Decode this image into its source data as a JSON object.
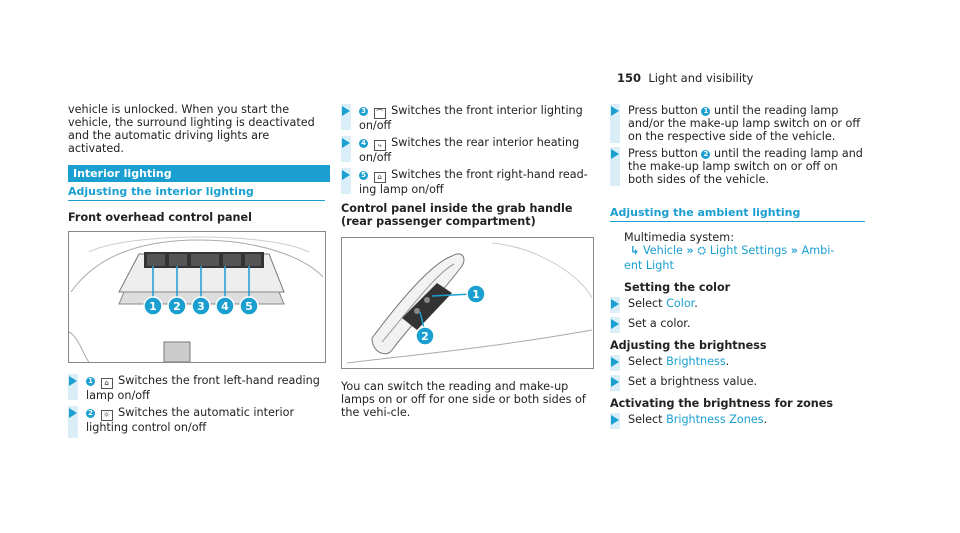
{
  "page": {
    "number": "150",
    "section": "Light and visibility"
  },
  "col1": {
    "intro": "vehicle is unlocked. When you start the vehicle, the surround lighting is deactivated and the automatic driving lights are activated.",
    "section_bar": "Interior lighting",
    "subheading": "Adjusting the interior lighting",
    "figure_title": "Front overhead control panel",
    "figure_callouts": [
      "1",
      "2",
      "3",
      "4",
      "5"
    ],
    "steps": [
      {
        "num": "1",
        "text": "Switches the front left-hand reading lamp on/off"
      },
      {
        "num": "2",
        "text": "Switches the automatic interior lighting control on/off"
      }
    ]
  },
  "col2": {
    "steps": [
      {
        "num": "3",
        "text": "Switches the front interior lighting on/off"
      },
      {
        "num": "4",
        "text": "Switches the rear interior heating on/off"
      },
      {
        "num": "5",
        "text": "Switches the front right-hand read-ing lamp on/off"
      }
    ],
    "figure_title": "Control panel inside the grab handle (rear passenger compartment)",
    "figure_callouts": [
      "1",
      "2"
    ],
    "body": "You can switch the reading and make-up lamps on or off for one side or both sides of the vehi-cle."
  },
  "col3": {
    "steps": [
      {
        "num": "1",
        "pre": "Press button",
        "text": "until the reading lamp and/or the make-up lamp switch on or off on the respective side of the vehicle."
      },
      {
        "num": "2",
        "pre": "Press button",
        "text": "until the reading lamp and the make-up lamp switch on or off on both sides of the vehicle."
      }
    ],
    "subheading": "Adjusting the ambient lighting",
    "multimedia_label": "Multimedia system:",
    "nav": {
      "item1": "Vehicle",
      "item2": "Light Settings",
      "item3a": "Ambi-",
      "item3b": "ent Light"
    },
    "setting_color": {
      "heading": "Setting the color",
      "step1_pre": "Select",
      "step1_link": "Color",
      "step1_post": ".",
      "step2": "Set a color."
    },
    "brightness": {
      "heading": "Adjusting the brightness",
      "step1_pre": "Select",
      "step1_link": "Brightness",
      "step1_post": ".",
      "step2": "Set a brightness value."
    },
    "zones": {
      "heading": "Activating the brightness for zones",
      "step1_pre": "Select",
      "step1_link": "Brightness Zones",
      "step1_post": "."
    }
  },
  "colors": {
    "accent": "#1a9fd0",
    "step_bar": "#d9eef7"
  }
}
